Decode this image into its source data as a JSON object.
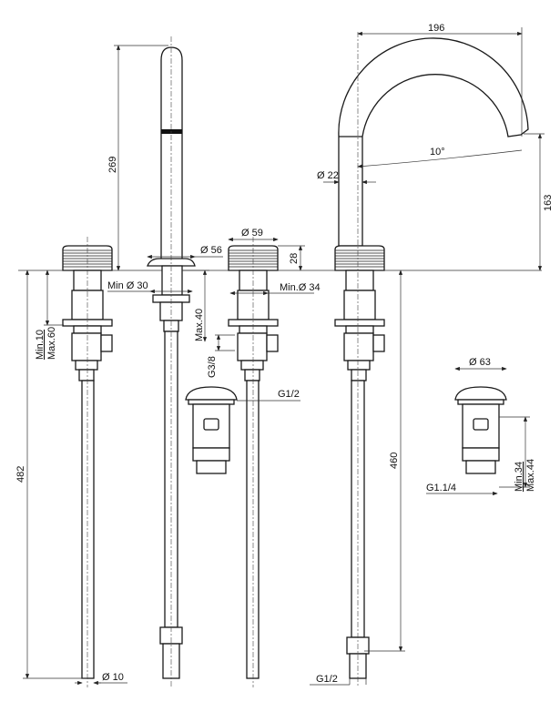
{
  "dimensions": {
    "spout_width": "196",
    "spout_height_left": "269",
    "spout_angle": "10°",
    "spout_diameter": "Ø 22",
    "spout_clearance": "163",
    "base_diameter_56": "Ø 56",
    "handle_diameter_59": "Ø 59",
    "handle_height": "28",
    "hole_min_30": "Min Ø 30",
    "hole_min_34": "Min.Ø 34",
    "deck_max_40": "Max.40",
    "deck_min_10": "Min.10",
    "deck_max_60": "Max.60",
    "valve_outlet": "G3/8",
    "drain_thread_left": "G1/2",
    "drain_diameter_63": "Ø 63",
    "hose_length_482": "482",
    "hose_length_460": "460",
    "drain_min_34": "Min.34",
    "drain_max_44": "Max.44",
    "drain_thread_right": "G1.1/4",
    "hose_diameter": "Ø 10",
    "hose_thread_bottom": "G1/2"
  }
}
